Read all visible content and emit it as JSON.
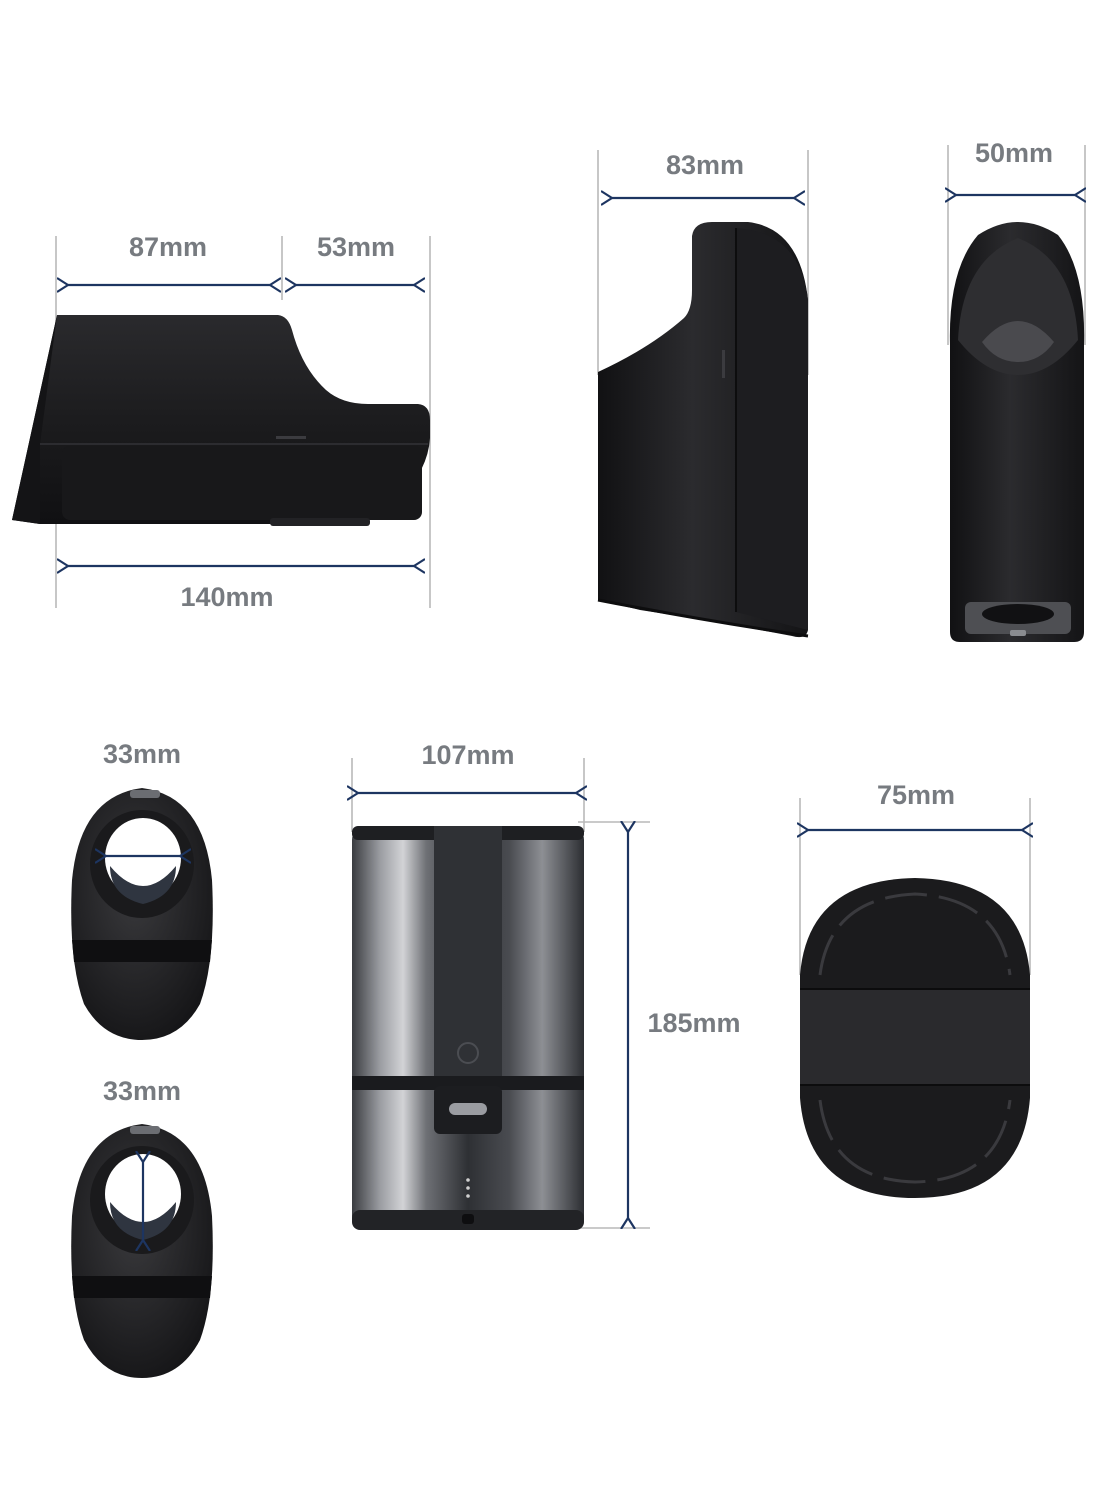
{
  "dimensions": {
    "top_left_width": "87mm",
    "top_right_width": "53mm",
    "bottom_width": "140mm",
    "side_width": "83mm",
    "narrow_width": "50mm",
    "ring_width": "33mm",
    "ring_height": "33mm",
    "case_width": "107mm",
    "case_height": "185mm",
    "base_width": "75mm"
  },
  "colors": {
    "arrow": "#1d3561",
    "guide": "#b9b9b9",
    "label": "#777b80",
    "product_dark": "#1b1b1d",
    "product_metal": "#4b4d52"
  }
}
